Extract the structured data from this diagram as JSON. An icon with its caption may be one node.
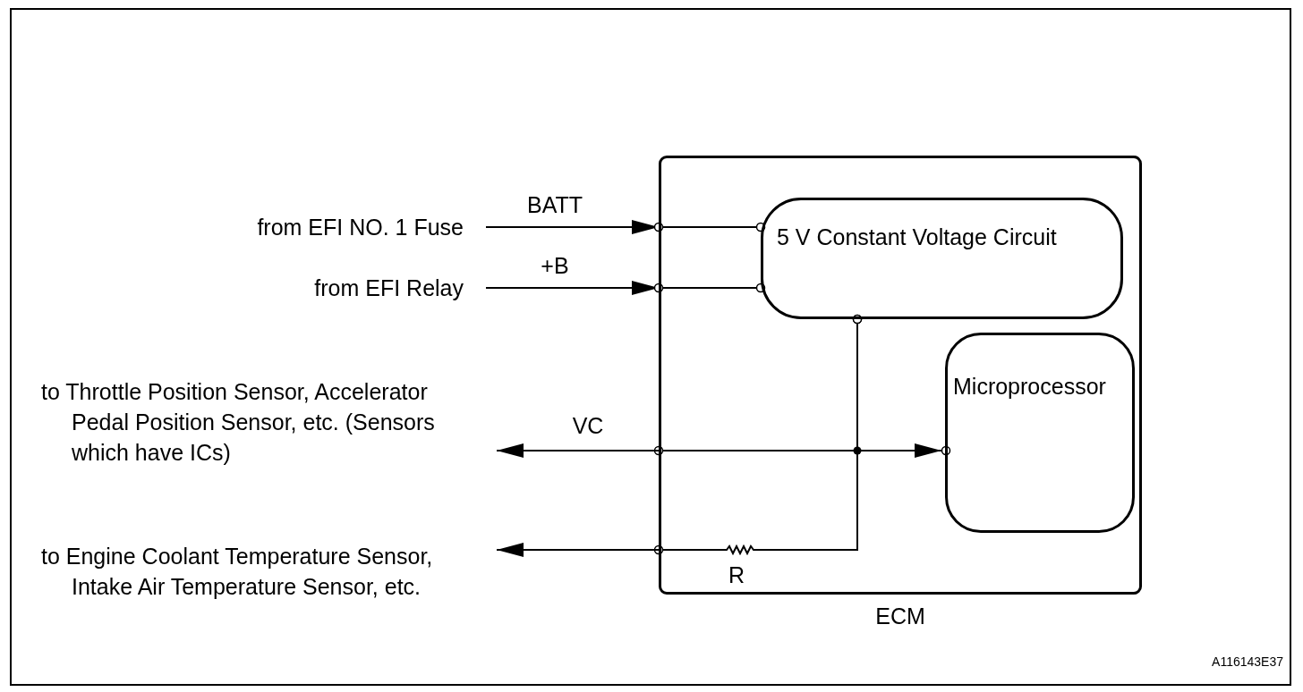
{
  "diagram": {
    "nodes": [
      {
        "text": [
          "ECM"
        ]
      },
      {
        "text": [
          "5 V Constant Voltage Circuit"
        ],
        "in": 0
      },
      {
        "text": [
          "Microprocessor"
        ],
        "in": 0
      },
      {
        "text": [
          "from EFI NO. 1 Fuse"
        ]
      },
      {
        "text": [
          "from EFI Relay"
        ]
      },
      {
        "text": [
          "to Throttle Position Sensor, Accelerator Pedal Position Sensor, etc. (Sensors which have ICs)"
        ]
      },
      {
        "text": [
          "to Engine Coolant Temperature Sensor, Intake Air Temperature Sensor, etc."
        ]
      }
    ],
    "edges": [
      {
        "from": 3,
        "to": 0,
        "arrow": "to",
        "label": "BATT"
      },
      {
        "from": 0,
        "to": 1,
        "arrow": "other"
      },
      {
        "from": 4,
        "to": 0,
        "arrow": "to",
        "label": "+B"
      },
      {
        "from": 0,
        "to": 1,
        "arrow": "other"
      },
      {
        "from": 1,
        "to": 0,
        "arrow": "other"
      },
      {
        "from": 0,
        "to": 5,
        "arrow": "to",
        "label": "VC"
      },
      {
        "from": 1,
        "to": 2,
        "arrow": "to"
      },
      {
        "from": 1,
        "to": 0,
        "arrow": "other"
      },
      {
        "from": 0,
        "to": 6,
        "arrow": "to"
      }
    ],
    "labels": [
      "R",
      "A116143E37"
    ]
  }
}
